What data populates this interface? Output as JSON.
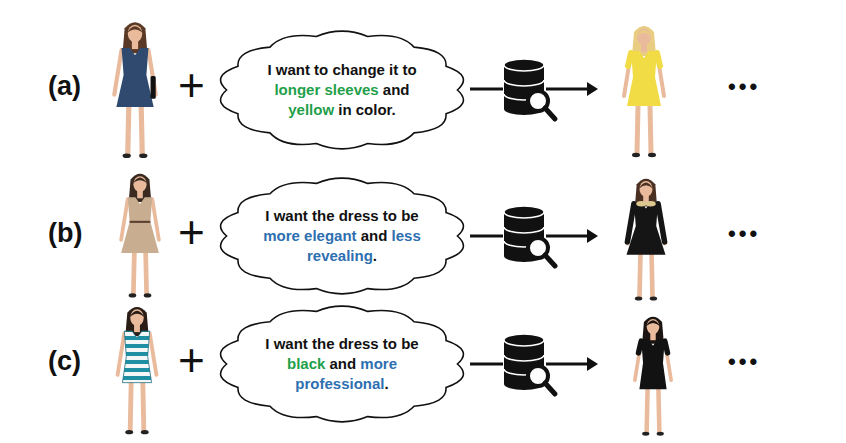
{
  "diagram": {
    "nodes": [
      {
        "text": [
          "I want to change it to",
          "longer sleeves",
          "and",
          "yellow",
          "in color."
        ]
      },
      {
        "text": [
          "I want the dress to be",
          "more elegant",
          "and",
          "less revealing",
          "."
        ]
      },
      {
        "text": [
          "I want the dress to be",
          "black",
          "and",
          "more professional",
          "."
        ]
      }
    ],
    "labels": [
      "(a)",
      "+",
      "•••",
      "(b)",
      "+",
      "•••",
      "(c)",
      "+",
      "•••"
    ]
  }
}
